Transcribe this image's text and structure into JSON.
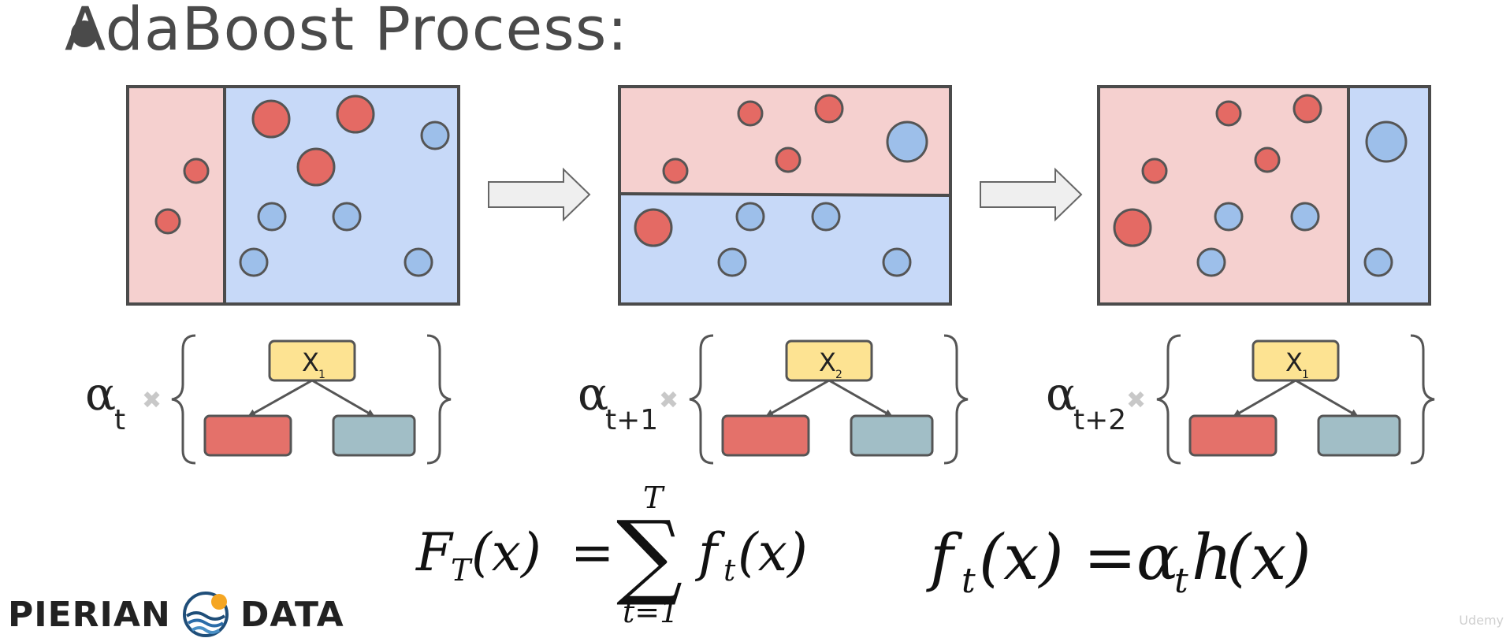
{
  "slide": {
    "title": "AdaBoost Process:"
  },
  "stages": [
    {
      "weight_symbol": "α",
      "weight_subscript": "t",
      "operator": "✖",
      "stump_feature": "X",
      "stump_feature_subscript": "1"
    },
    {
      "weight_symbol": "α",
      "weight_subscript": "t+1",
      "operator": "✖",
      "stump_feature": "X",
      "stump_feature_subscript": "2"
    },
    {
      "weight_symbol": "α",
      "weight_subscript": "t+2",
      "operator": "✖",
      "stump_feature": "X",
      "stump_feature_subscript": "1"
    }
  ],
  "formulas": {
    "ensemble": {
      "lhs": "F",
      "lhs_sub": "T",
      "arg": "(x)",
      "equals": "=",
      "sum_symbol": "∑",
      "sum_upper": "T",
      "sum_lower": "t=1",
      "term": "f",
      "term_sub": "t",
      "term_arg": "(x)"
    },
    "weak_learner": {
      "lhs": "f",
      "lhs_sub": "t",
      "arg": "(x)",
      "equals": "=",
      "coef": "α",
      "coef_sub": "t",
      "fn": "h",
      "fn_arg": "(x)"
    }
  },
  "logo": {
    "left_text": "PIERIAN",
    "right_text": "DATA",
    "icon": "pierian-wave-icon"
  },
  "watermark": "Udemy",
  "colors": {
    "red_region": "#f5d0cf",
    "blue_region": "#c7d9f8",
    "red_point": "#e46a64",
    "blue_point": "#9dbfea",
    "stump_root": "#fde392",
    "stump_left_leaf": "#e4716a",
    "stump_right_leaf": "#a1bec6",
    "arrow_fill": "#efefef",
    "border": "#4b4b4b"
  }
}
